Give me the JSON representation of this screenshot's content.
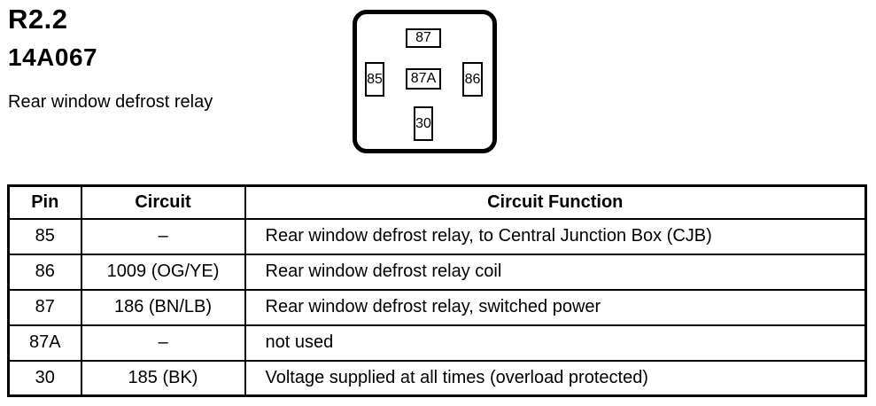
{
  "header": {
    "relay_id": "R2.2",
    "part_number": "14A067",
    "description": "Rear window defrost relay"
  },
  "relay_diagram": {
    "pins": [
      {
        "label": "87"
      },
      {
        "label": "85"
      },
      {
        "label": "87A"
      },
      {
        "label": "86"
      },
      {
        "label": "30"
      }
    ]
  },
  "pin_table": {
    "headers": [
      "Pin",
      "Circuit",
      "Circuit Function"
    ],
    "rows": [
      [
        "85",
        "–",
        "Rear window defrost relay, to Central Junction Box (CJB)"
      ],
      [
        "86",
        "1009 (OG/YE)",
        "Rear window defrost relay coil"
      ],
      [
        "87",
        "186 (BN/LB)",
        "Rear window defrost relay, switched power"
      ],
      [
        "87A",
        "–",
        "not used"
      ],
      [
        "30",
        "185 (BK)",
        "Voltage supplied at all times (overload protected)"
      ]
    ]
  }
}
